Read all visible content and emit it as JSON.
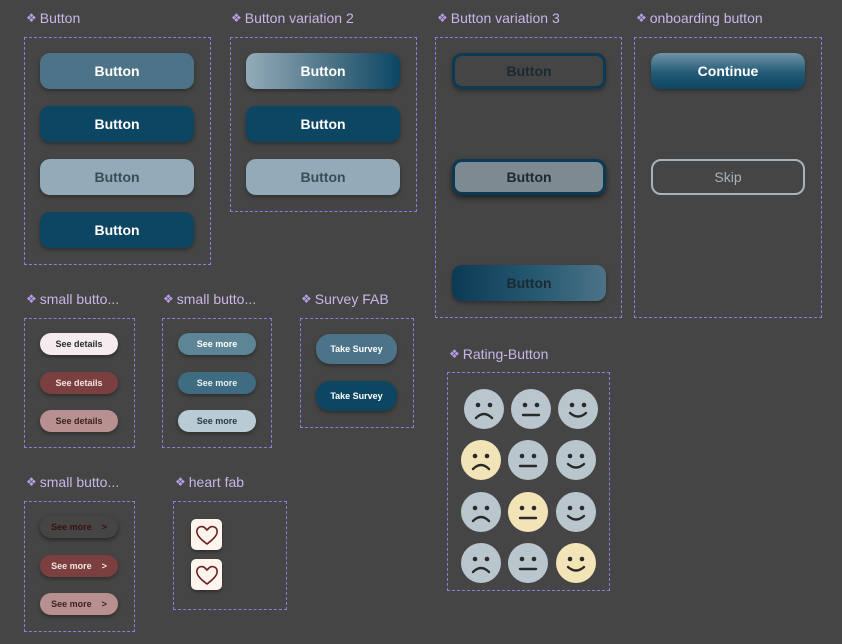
{
  "labels": {
    "button": "Button",
    "button_var2": "Button variation 2",
    "button_var3": "Button variation 3",
    "onboarding": "onboarding button",
    "small1": "small butto...",
    "small2": "small butto...",
    "survey": "Survey FAB",
    "rating": "Rating-Button",
    "small3": "small butto...",
    "heart": "heart fab"
  },
  "component_icon": "diamond-component-icon",
  "button_text": "Button",
  "onboarding": {
    "continue": "Continue",
    "skip": "Skip"
  },
  "small1": {
    "items": [
      "See details",
      "See details",
      "See details"
    ]
  },
  "small2": {
    "items": [
      "See more",
      "See more",
      "See more"
    ]
  },
  "survey": {
    "items": [
      "Take Survey",
      "Take Survey"
    ]
  },
  "small3": {
    "items": [
      "See more",
      "See more",
      "See more"
    ],
    "chevron": ">"
  },
  "heart_fab": {
    "icons": [
      "heart-outline-icon",
      "heart-outline-icon"
    ]
  },
  "rating": {
    "rows": [
      [
        "sad",
        "neutral",
        "happy"
      ],
      [
        "sad",
        "neutral",
        "happy"
      ],
      [
        "sad",
        "neutral",
        "happy"
      ],
      [
        "sad",
        "neutral",
        "happy"
      ]
    ],
    "selected": [
      "none",
      "sad",
      "neutral",
      "happy"
    ]
  },
  "colors": {
    "background": "#454545",
    "label": "#c9b6e8",
    "frame_border": "#8d7fd6",
    "primary_dark": "#0c4663",
    "primary_mid": "#4c7387",
    "primary_light": "#93abb8",
    "rating_default": "#b9c6ce",
    "rating_selected": "#f3e4b8"
  }
}
